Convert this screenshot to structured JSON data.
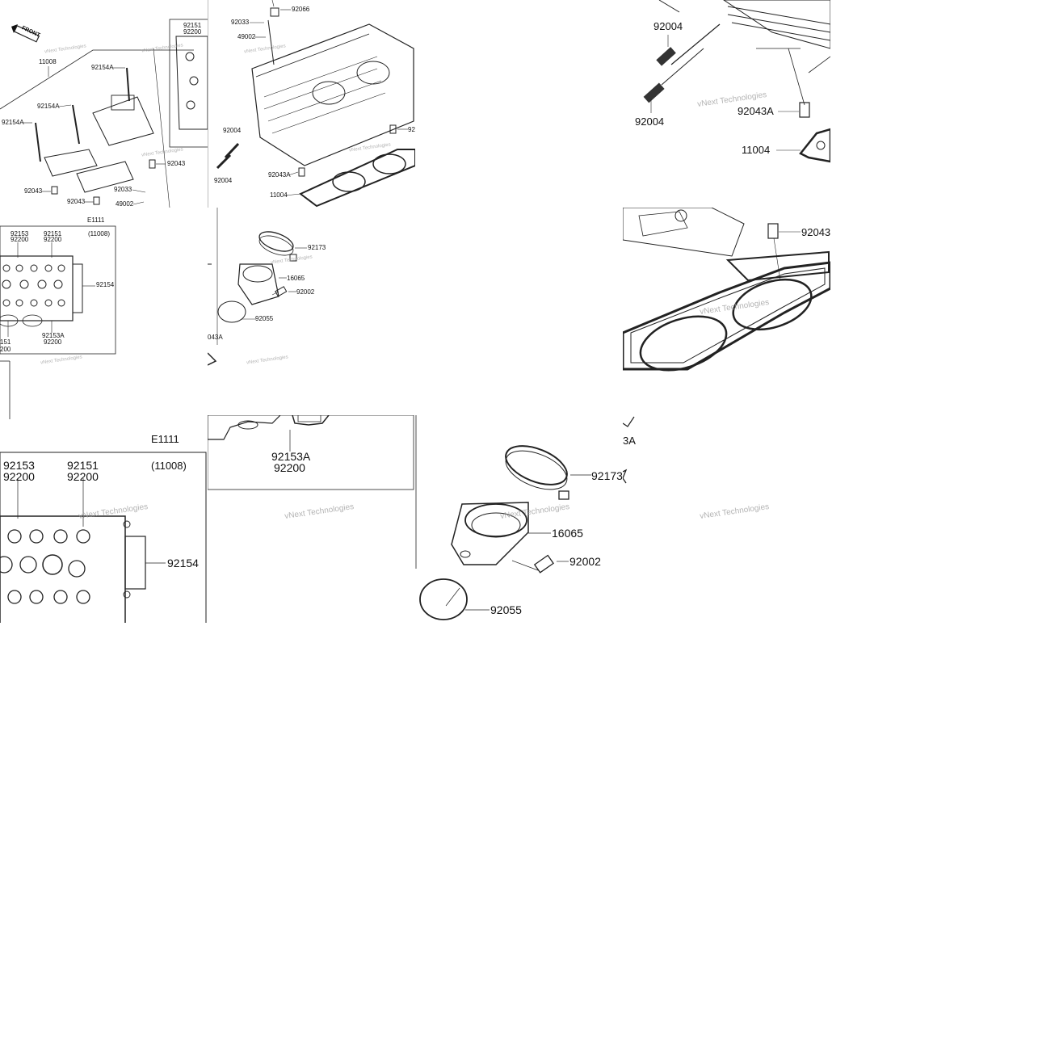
{
  "watermark": "vNext Technologies",
  "front_label": "FRONT",
  "tile_a": {
    "labels": [
      "11008",
      "92154A",
      "92154A",
      "92154A",
      "92043",
      "92043",
      "92043",
      "92033",
      "49002",
      "92151",
      "92200"
    ]
  },
  "tile_b": {
    "labels": [
      "92066",
      "92033",
      "49002",
      "92004",
      "92004",
      "92043A",
      "11004",
      "92"
    ]
  },
  "tile_c": {
    "labels": [
      "92004",
      "92004",
      "92043A",
      "11004"
    ]
  },
  "tile_d": {
    "section_code": "E1111",
    "group_code": "(11008)",
    "labels": [
      "92153",
      "92200",
      "92151",
      "92200",
      "92154",
      "92153A",
      "92200",
      "151",
      "200"
    ]
  },
  "tile_e": {
    "labels": [
      "92173",
      "16065",
      "92002",
      "92055",
      "043A"
    ]
  },
  "tile_f": {
    "labels": [
      "92043"
    ]
  },
  "tile_g": {
    "section_code": "E1111",
    "group_code": "(11008)",
    "labels": [
      "92153",
      "92200",
      "92151",
      "92200",
      "92154"
    ]
  },
  "tile_h": {
    "labels": [
      "92153A",
      "92200"
    ]
  },
  "tile_i": {
    "labels": [
      "92173",
      "16065",
      "92002",
      "92055"
    ]
  },
  "tile_j": {
    "labels": [
      "3A"
    ]
  }
}
